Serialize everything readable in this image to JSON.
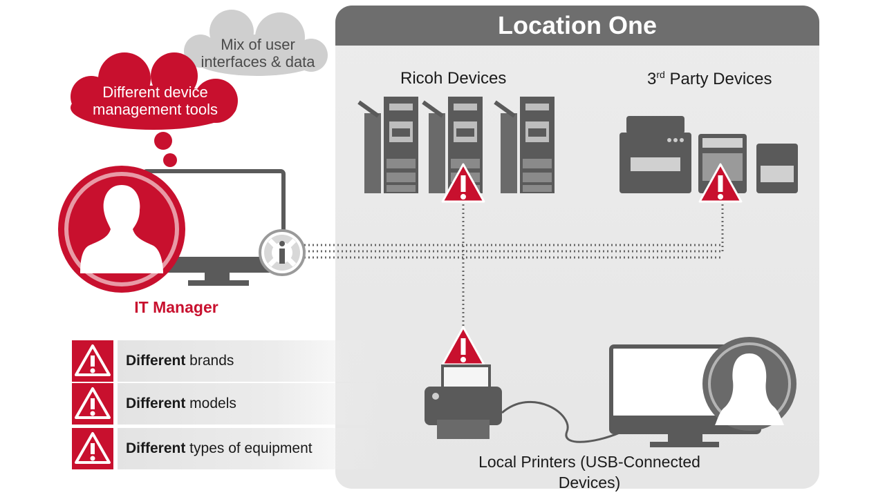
{
  "panel": {
    "title": "Location One"
  },
  "sections": {
    "ricoh": "Ricoh Devices",
    "third_party_num": "3",
    "third_party_sup": "rd",
    "third_party_rest": " Party Devices",
    "local": "Local Printers (USB-Connected Devices)"
  },
  "manager": {
    "label": "IT Manager"
  },
  "clouds": {
    "red": {
      "line1": "Different device",
      "line2": "management tools"
    },
    "gray": {
      "line1": "Mix of user",
      "line2": "interfaces & data"
    }
  },
  "warnings": [
    {
      "bold": "Different",
      "rest": " brands"
    },
    {
      "bold": "Different",
      "rest": " models"
    },
    {
      "bold": "Different",
      "rest": " types of equipment"
    }
  ],
  "colors": {
    "brand_red": "#c8102e",
    "dark_gray": "#5a5a5a",
    "panel_gray": "#e8e8e8"
  },
  "icons": [
    "warning-icon",
    "info-hub-icon",
    "person-icon",
    "monitor-icon",
    "printer-icon",
    "cloud-icon"
  ]
}
